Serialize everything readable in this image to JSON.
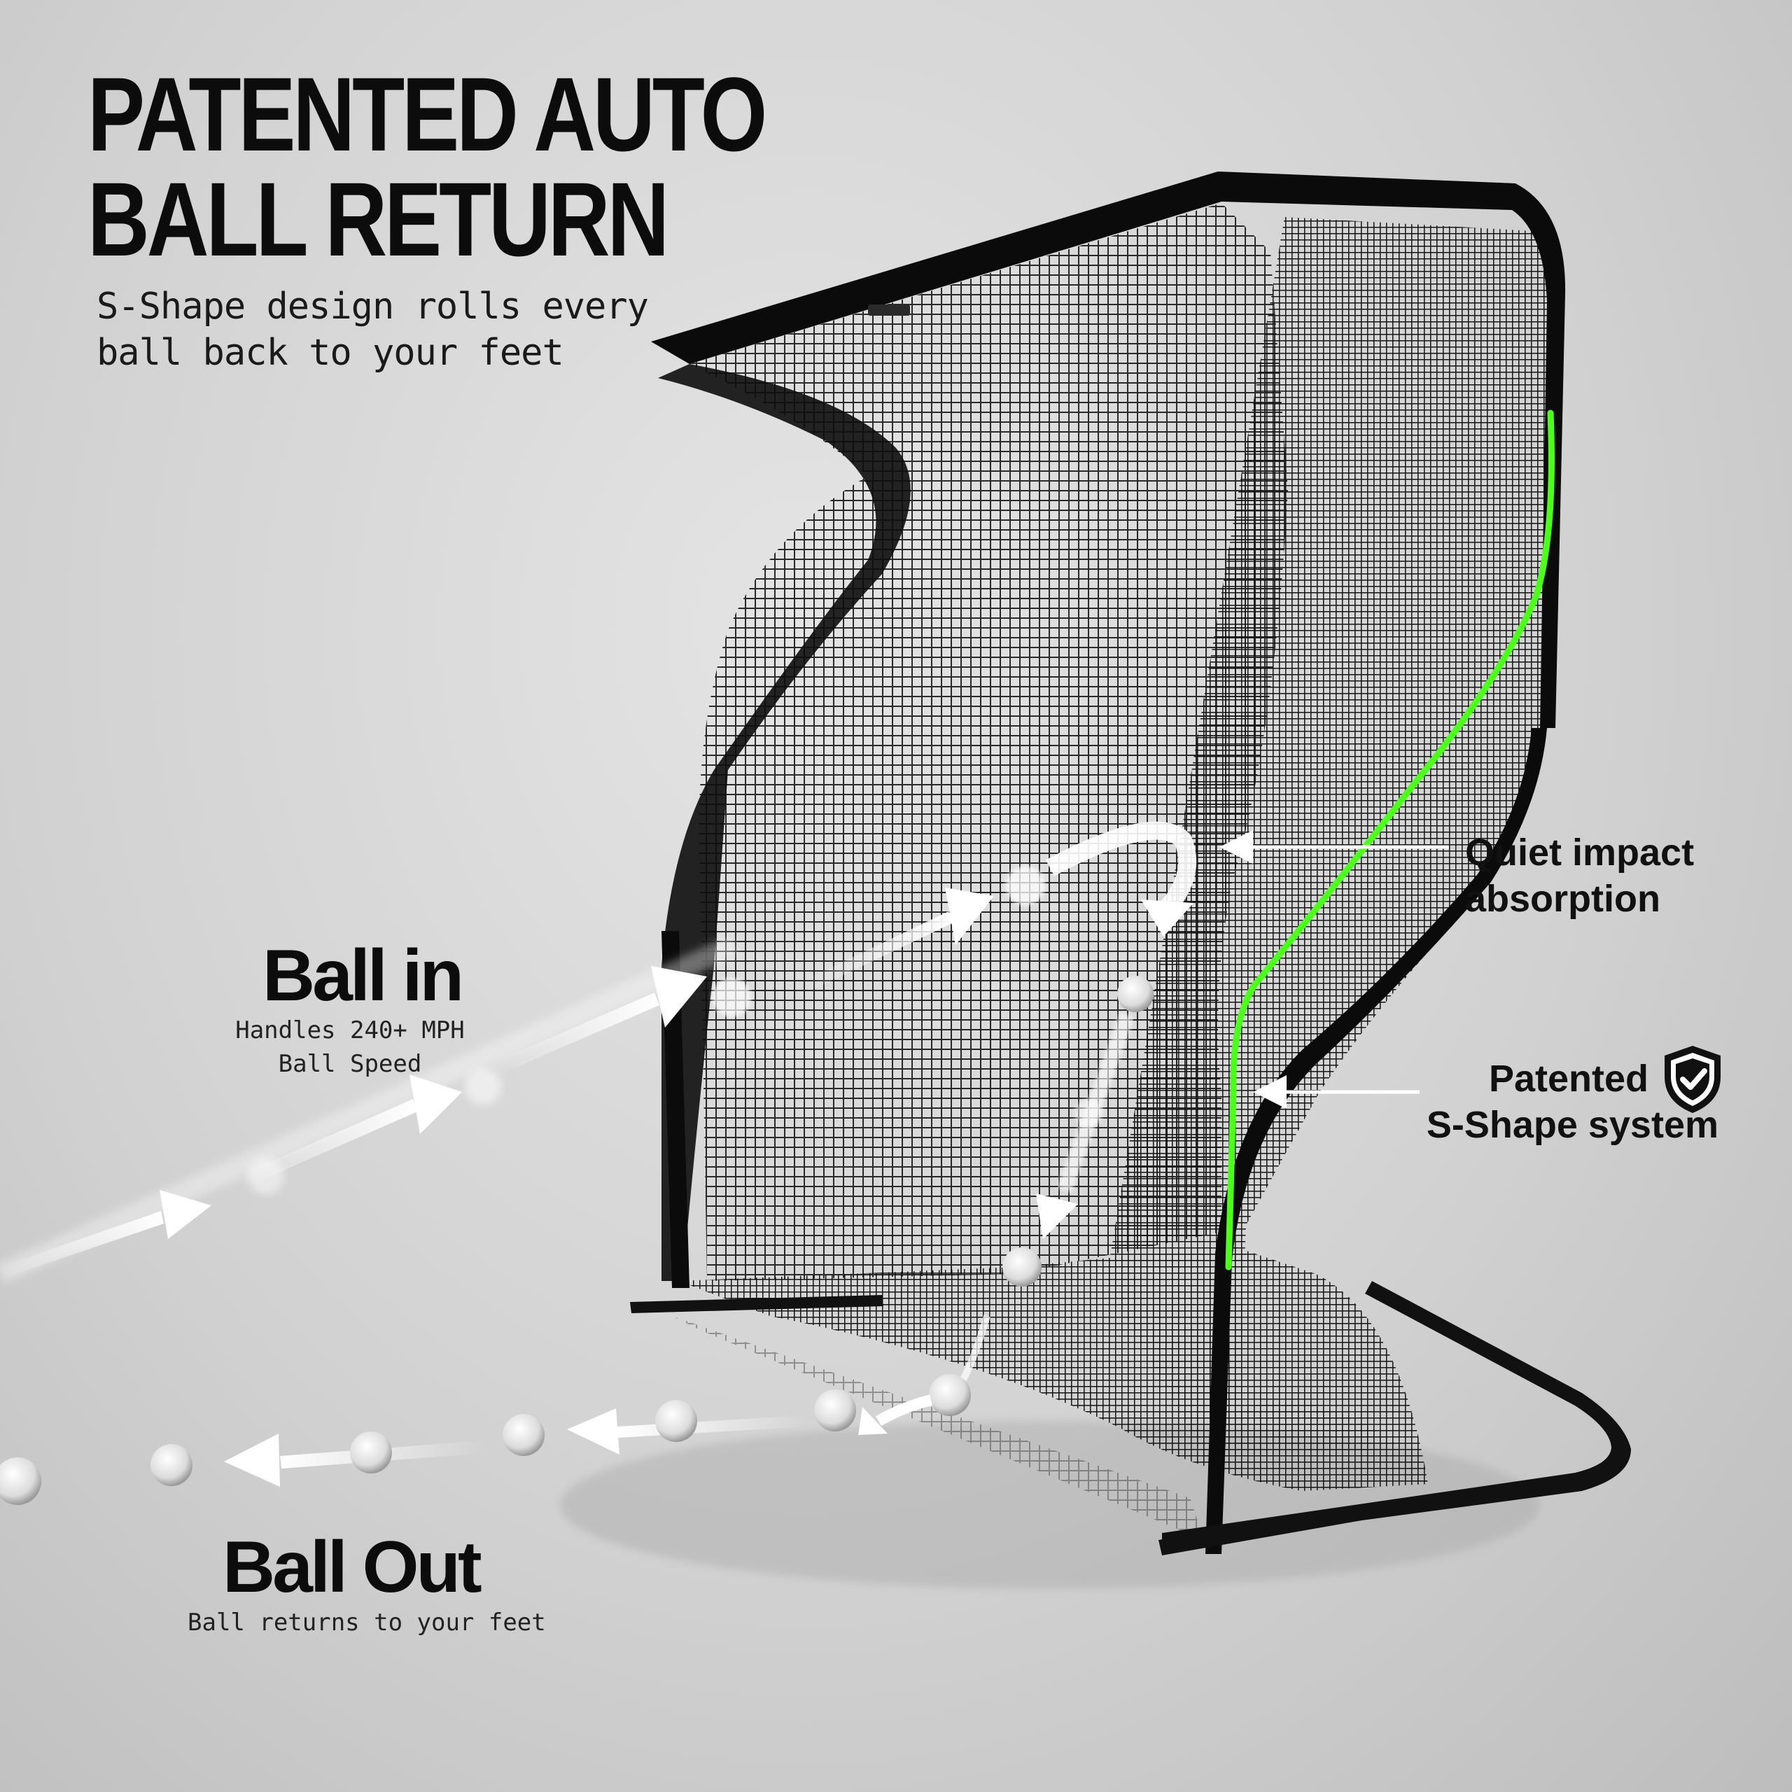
{
  "headline": {
    "line1": "PATENTED AUTO",
    "line2": "BALL RETURN"
  },
  "subhead": {
    "line1": "S-Shape design rolls every",
    "line2": "ball back to your feet"
  },
  "ball_in": {
    "title": "Ball in",
    "line1": "Handles 240+ MPH",
    "line2": "Ball Speed"
  },
  "ball_out": {
    "title": "Ball Out",
    "caption": "Ball returns to your feet"
  },
  "callouts": {
    "impact": {
      "line1": "Quiet impact",
      "line2": "absorption"
    },
    "s_shape": {
      "line1": "Patented",
      "line2": "S-Shape system",
      "icon": "shield-check-icon"
    }
  },
  "colors": {
    "accent": "#4cff1a",
    "net": "#0d0d0d",
    "text": "#0c0c0c"
  }
}
